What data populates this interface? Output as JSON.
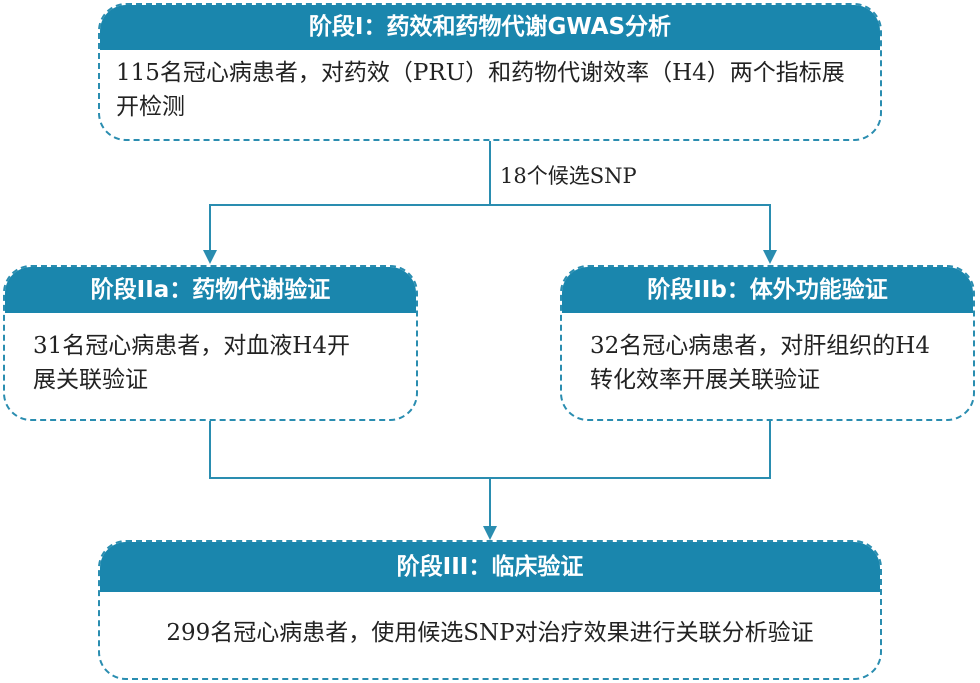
{
  "stage1": {
    "title": "阶段I：药效和药物代谢GWAS分析",
    "text": "115名冠心病患者，对药效（PRU）和药物代谢效率（H4）两个指标展开检测"
  },
  "connector_label": "18个候选SNP",
  "stage2a": {
    "title": "阶段IIa：药物代谢验证",
    "text": "31名冠心病患者，对血液H4开展关联验证"
  },
  "stage2b": {
    "title": "阶段IIb：体外功能验证",
    "text": "32名冠心病患者，对肝组织的H4转化效率开展关联验证"
  },
  "stage3": {
    "title": "阶段III：临床验证",
    "text": "299名冠心病患者，使用候选SNP对治疗效果进行关联分析验证"
  },
  "colors": {
    "accent": "#1a86ad",
    "border": "#2a8db0"
  }
}
